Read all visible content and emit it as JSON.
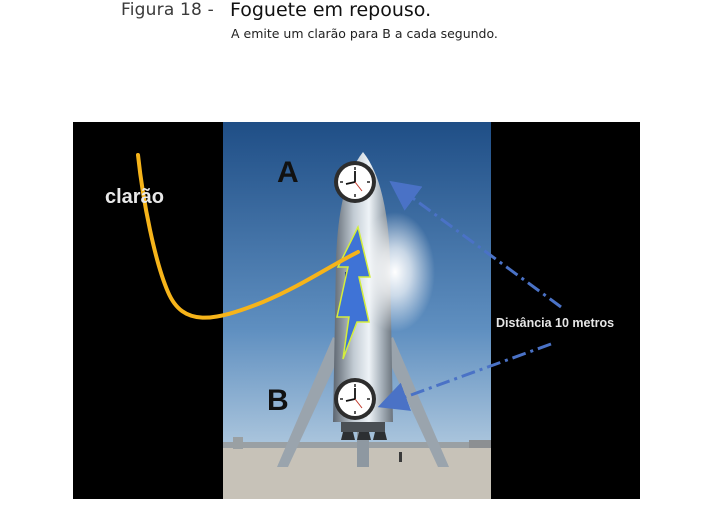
{
  "header": {
    "figure_label": "Figura 18 -",
    "title": "Foguete em repouso.",
    "caption": "A emite um clarão para B a cada segundo."
  },
  "illustration": {
    "label_a": "A",
    "label_b": "B",
    "flash_label": "clarão",
    "distance_label": "Distância 10 metros",
    "colors": {
      "flash": "#f6b41a",
      "arrow": "#4a72c6",
      "lightning": "#c8e84a",
      "panel": "#000000"
    }
  }
}
